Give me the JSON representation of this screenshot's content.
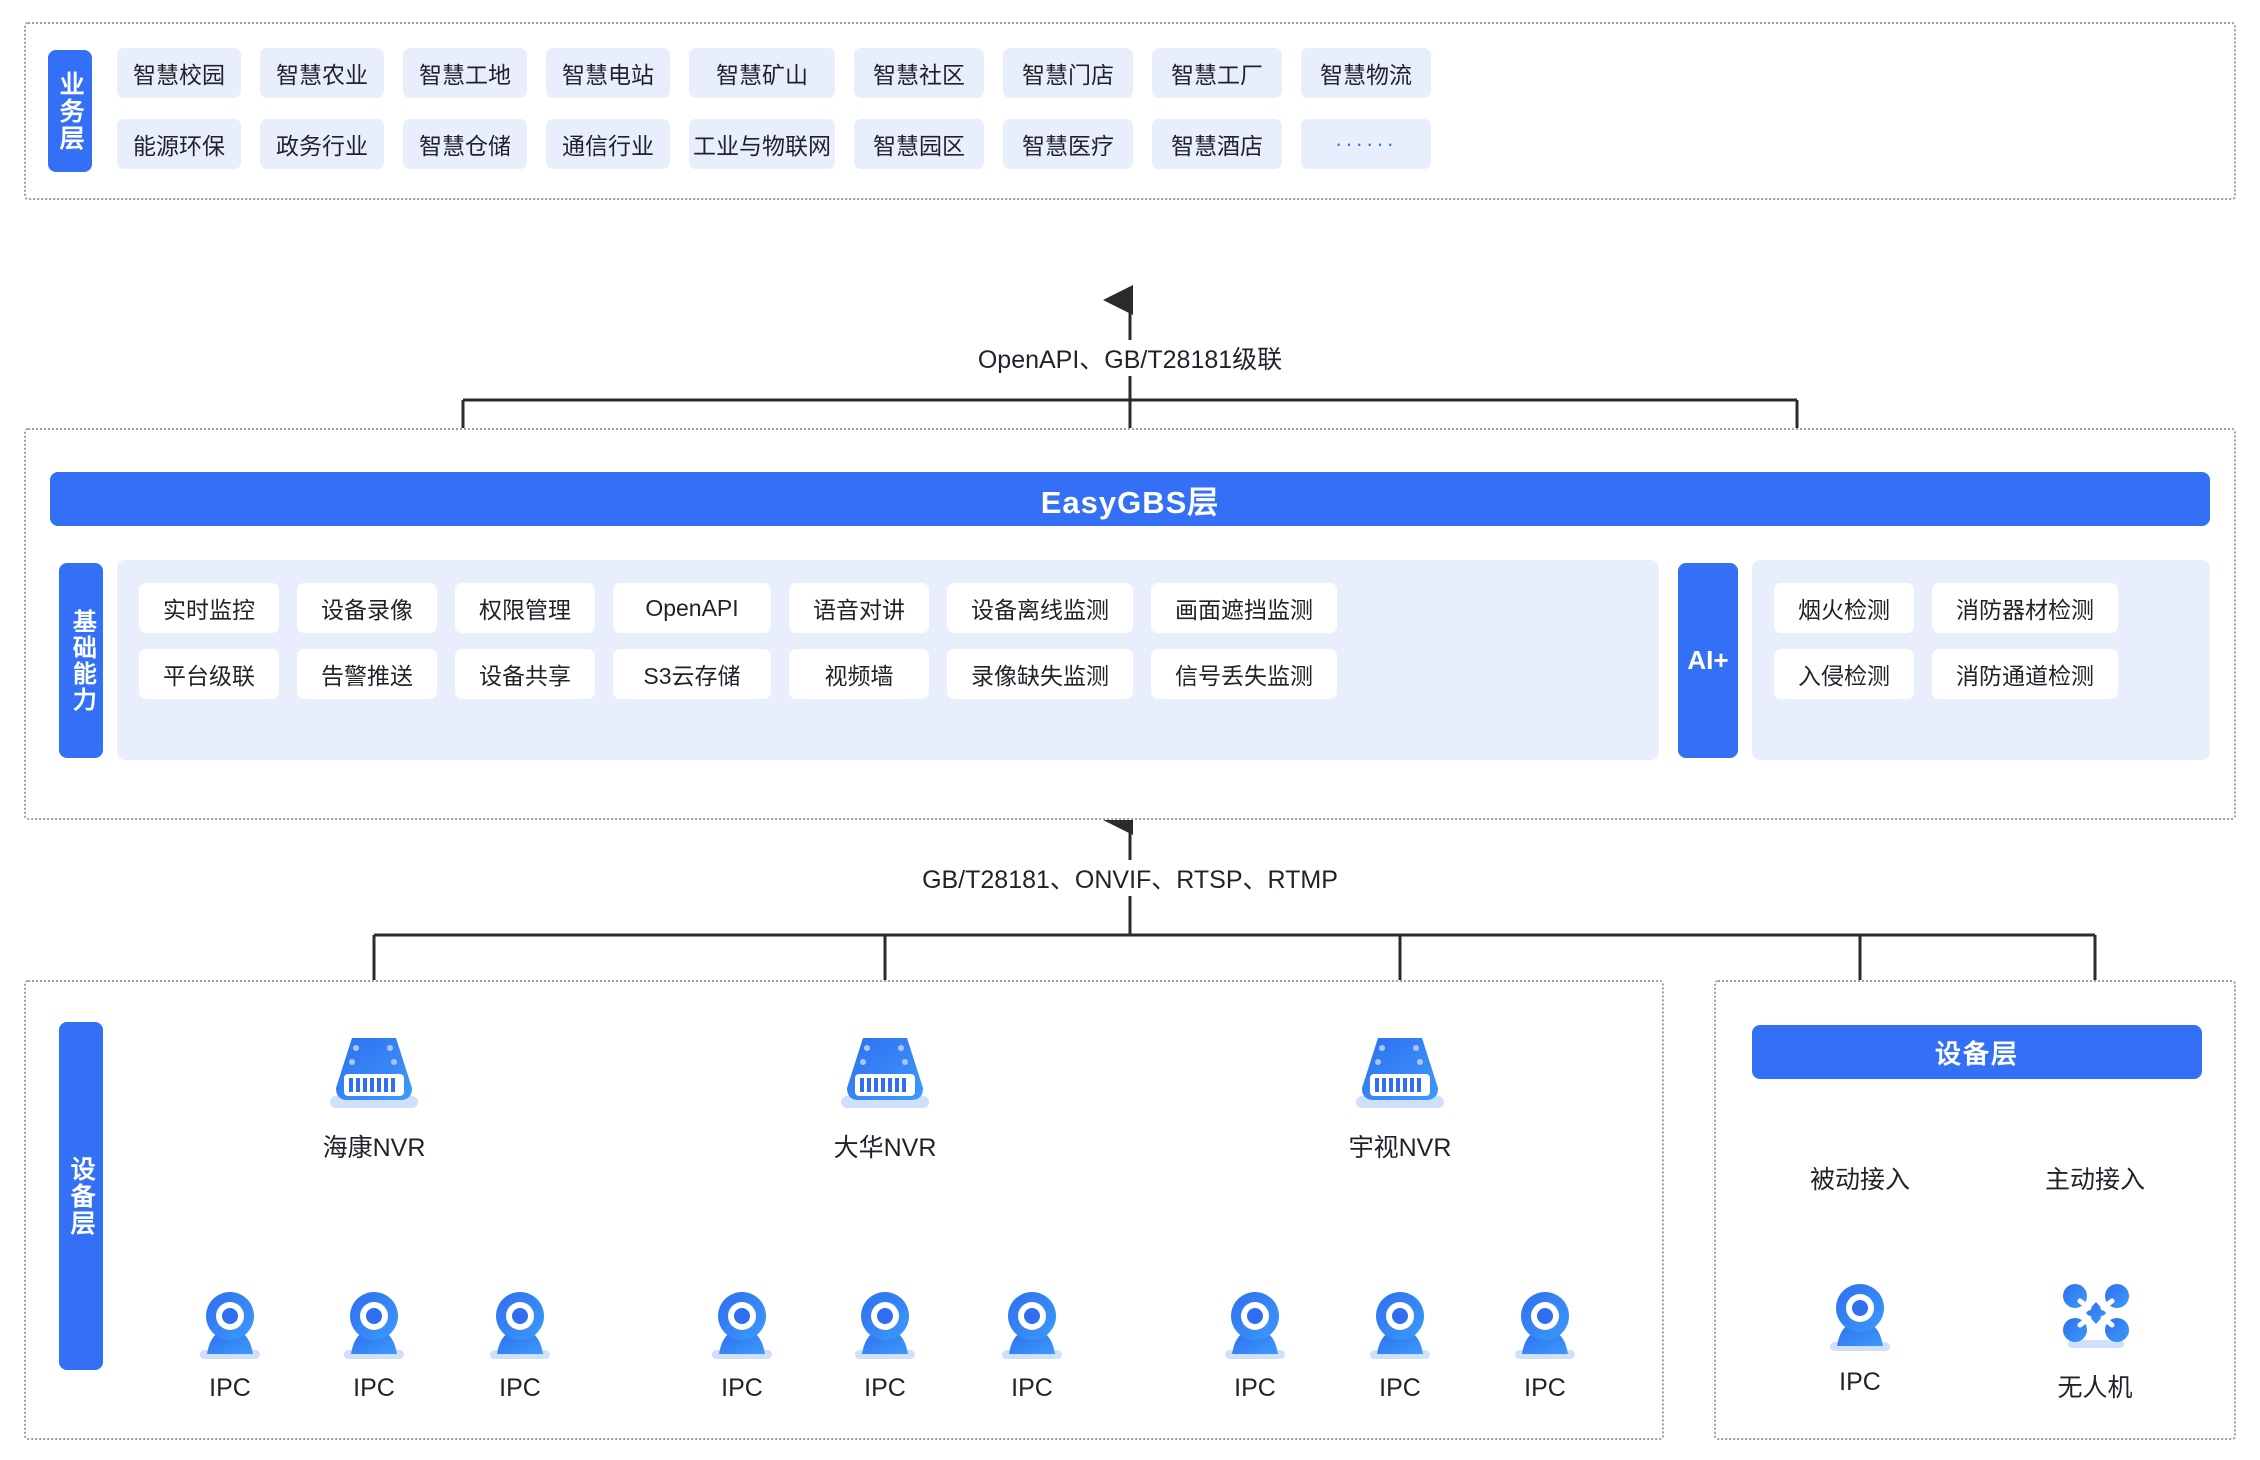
{
  "business_layer": {
    "tab_label": "业务层",
    "row1": [
      "智慧校园",
      "智慧农业",
      "智慧工地",
      "智慧电站",
      "智慧矿山",
      "智慧社区",
      "智慧门店",
      "智慧工厂",
      "智慧物流"
    ],
    "row2": [
      "能源环保",
      "政务行业",
      "智慧仓储",
      "通信行业",
      "工业与物联网",
      "智慧园区",
      "智慧医疗",
      "智慧酒店",
      "······"
    ]
  },
  "connector_top": "OpenAPI、GB/T28181级联",
  "connector_bottom": "GB/T28181、ONVIF、RTSP、RTMP",
  "platform_layer": {
    "gbs_bar_label": "EasyGBS层",
    "tab_label": "基础能力",
    "cap_row1": [
      "实时监控",
      "设备录像",
      "权限管理",
      "OpenAPI",
      "语音对讲",
      "设备离线监测",
      "画面遮挡监测"
    ],
    "cap_row2": [
      "平台级联",
      "告警推送",
      "设备共享",
      "S3云存储",
      "视频墙",
      "录像缺失监测",
      "信号丢失监测"
    ],
    "ai_tab_label": "AI+",
    "ai_row1": [
      "烟火检测",
      "消防器材检测"
    ],
    "ai_row2": [
      "入侵检测",
      "消防通道检测"
    ]
  },
  "device_layer_left": {
    "tab_label": "设备层",
    "nvrs": [
      {
        "name": "海康NVR",
        "icon": "nvr-icon",
        "children": [
          "IPC",
          "IPC",
          "IPC"
        ]
      },
      {
        "name": "大华NVR",
        "icon": "nvr-icon",
        "children": [
          "IPC",
          "IPC",
          "IPC"
        ]
      },
      {
        "name": "宇视NVR",
        "icon": "nvr-icon",
        "children": [
          "IPC",
          "IPC",
          "IPC"
        ]
      }
    ],
    "child_icon": "ipc-camera-icon"
  },
  "device_layer_right": {
    "header_label": "设备层",
    "branches": [
      {
        "link_label": "被动接入",
        "node_label": "IPC",
        "icon": "ipc-camera-icon"
      },
      {
        "link_label": "主动接入",
        "node_label": "无人机",
        "icon": "drone-icon"
      }
    ]
  },
  "colors": {
    "brand_blue": "#3370f5",
    "chip_bg": "#e8eefc",
    "panel_bg": "#e8eefc",
    "card_bg": "#ffffff",
    "line": "#2b2b2b",
    "dashed_border": "#9aa0a6"
  }
}
